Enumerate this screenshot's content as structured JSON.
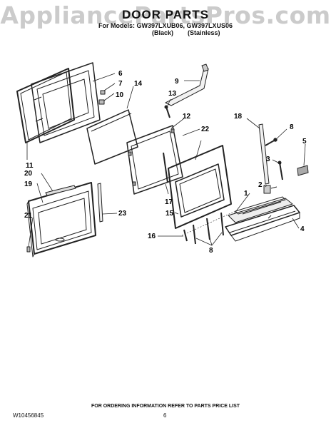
{
  "watermark": "AppliancePartsPros.com",
  "header": {
    "title": "DOOR PARTS",
    "models_line": "For Models: GW397LXUB06, GW397LXUS06",
    "variant_1": "(Black)",
    "variant_2": "(Stainless)"
  },
  "callouts": {
    "c1": "1",
    "c2": "2",
    "c3": "3",
    "c4": "4",
    "c5": "5",
    "c6": "6",
    "c7": "7",
    "c8a": "8",
    "c8b": "8",
    "c9": "9",
    "c10": "10",
    "c11": "11",
    "c12": "12",
    "c13": "13",
    "c14": "14",
    "c15": "15",
    "c16": "16",
    "c17": "17",
    "c18": "18",
    "c19": "19",
    "c20": "20",
    "c21": "21",
    "c22": "22",
    "c23": "23"
  },
  "footer": {
    "ordering_info": "FOR ORDERING INFORMATION REFER TO PARTS PRICE LIST",
    "document_number": "W10456845",
    "page_number": "6"
  }
}
